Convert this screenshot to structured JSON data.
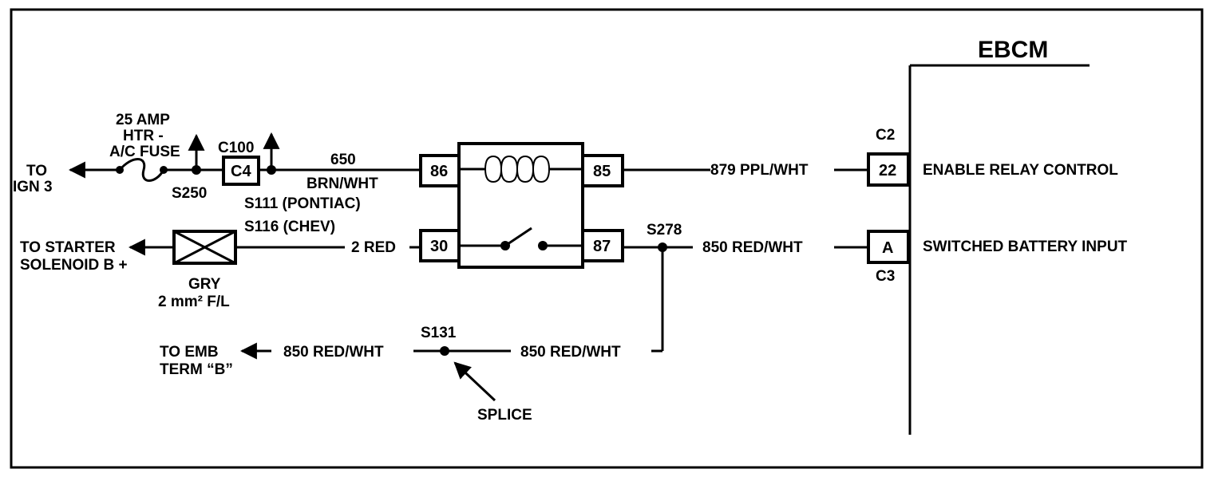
{
  "ebcm": {
    "title": "EBCM",
    "connector_c2": "C2",
    "connector_c3": "C3",
    "pin_22": "22",
    "pin_a": "A",
    "enable_relay_control": "ENABLE RELAY CONTROL",
    "switched_battery_input": "SWITCHED BATTERY INPUT"
  },
  "relay": {
    "pin_86": "86",
    "pin_85": "85",
    "pin_30": "30",
    "pin_87": "87"
  },
  "top_circuit": {
    "to_ign_line1": "TO",
    "to_ign_line2": "IGN 3",
    "fuse_line1": "25 AMP",
    "fuse_line2": "HTR -",
    "fuse_line3": "A/C FUSE",
    "s250": "S250",
    "c100": "C100",
    "c4": "C4",
    "wire_650": "650",
    "wire_650_color": "BRN/WHT",
    "s111": "S111 (PONTIAC)",
    "s116": "S116 (CHEV)",
    "wire_879": "879 PPL/WHT"
  },
  "middle_circuit": {
    "to_starter_line1": "TO STARTER",
    "to_starter_line2": "SOLENOID B +",
    "fusible_link_color": "GRY",
    "fusible_link_size": "2 mm² F/L",
    "wire_2_red": "2 RED",
    "s278": "S278",
    "wire_850_right": "850 RED/WHT"
  },
  "bottom_circuit": {
    "to_emb_line1": "TO EMB",
    "to_emb_line2": "TERM “B”",
    "wire_850_left": "850 RED/WHT",
    "wire_850_mid": "850 RED/WHT",
    "s131": "S131",
    "splice": "SPLICE"
  }
}
